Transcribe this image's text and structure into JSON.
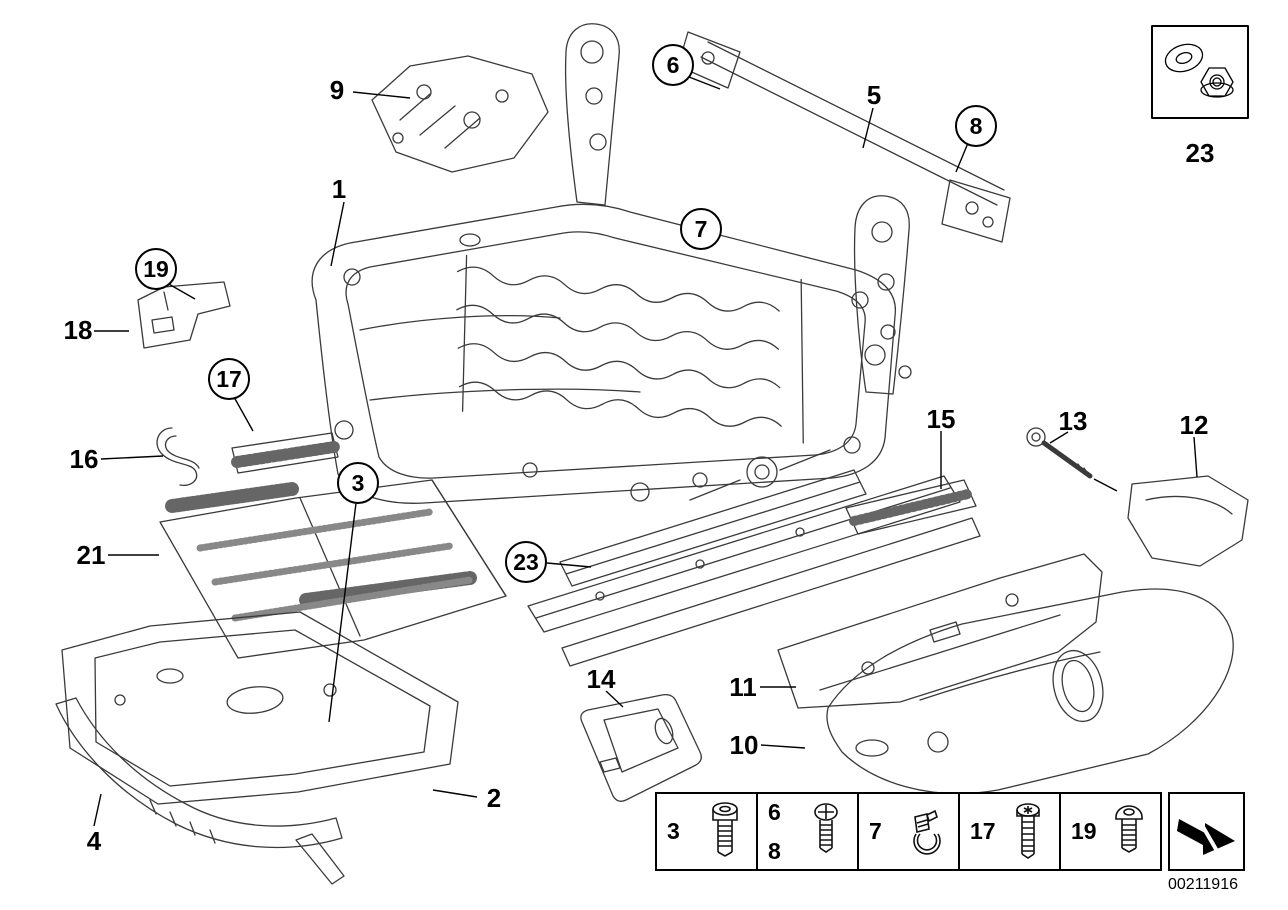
{
  "callouts": {
    "c9": "9",
    "c1": "1",
    "c6": "6",
    "c5": "5",
    "c8": "8",
    "c7": "7",
    "c23_top": "23",
    "c19": "19",
    "c18": "18",
    "c17": "17",
    "c16": "16",
    "c3": "3",
    "c21": "21",
    "c15": "15",
    "c13": "13",
    "c12": "12",
    "c23_mid": "23",
    "c14": "14",
    "c11": "11",
    "c10": "10",
    "c2": "2",
    "c4": "4"
  },
  "legend": {
    "cells": [
      {
        "n1": "3",
        "icon": "socket-head-screw"
      },
      {
        "n1": "6",
        "n2": "8",
        "icon": "pan-head-screw"
      },
      {
        "n1": "7",
        "icon": "hose-clamp"
      },
      {
        "n1": "17",
        "icon": "torx-screw"
      },
      {
        "n1": "19",
        "icon": "button-head-screw"
      }
    ]
  },
  "hardware_box": {
    "label": "23",
    "icons": [
      "washer-icon",
      "flange-nut-icon"
    ]
  },
  "footer": {
    "diagram_number": "00211916"
  }
}
